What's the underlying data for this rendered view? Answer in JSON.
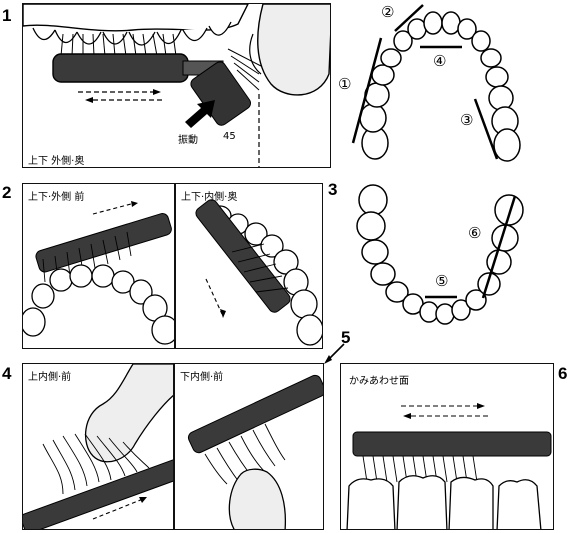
{
  "step_numbers": {
    "s1": "1",
    "s2": "2",
    "s3": "3",
    "s4": "4",
    "s5": "5",
    "s6": "6"
  },
  "panel1": {
    "caption": "上下 外側·奥",
    "vibration_label": "振動",
    "angle_value": "45"
  },
  "panel2a": {
    "caption": "上下·外側 前"
  },
  "panel2b": {
    "caption": "上下·内側·奥"
  },
  "panel4a": {
    "caption": "上内側·前"
  },
  "panel4b": {
    "caption": "下内側·前"
  },
  "panel6": {
    "caption": "かみあわせ面"
  },
  "arch_markers": {
    "m1": "①",
    "m2": "②",
    "m3": "③",
    "m4": "④",
    "m5": "⑤",
    "m6": "⑥"
  }
}
